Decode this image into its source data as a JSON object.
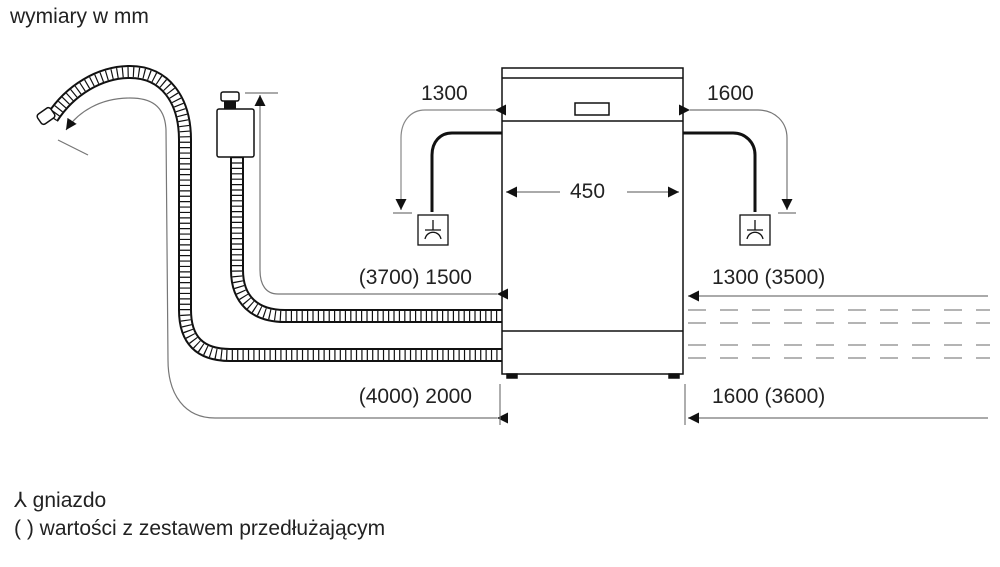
{
  "title": "wymiary w mm",
  "dimensions": {
    "width": "450",
    "power_left": "1300",
    "power_right": "1600",
    "inlet_left": "(3700) 1500",
    "inlet_right": "1300 (3500)",
    "drain_left": "(4000) 2000",
    "drain_right": "1600 (3600)"
  },
  "legend": {
    "socket_symbol": "⅄",
    "socket_label": "gniazdo",
    "paren_symbol": "( )",
    "paren_label": "wartości z zestawem przedłużającym"
  },
  "colors": {
    "line": "#1a1a1a",
    "dim": "#777777"
  }
}
